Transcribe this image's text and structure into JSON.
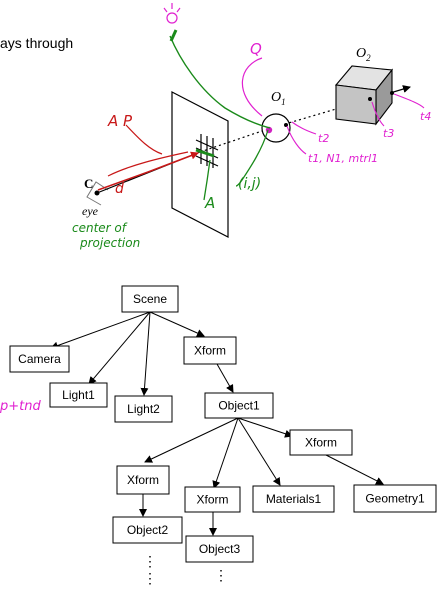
{
  "top_text": "ays through",
  "ray_figure": {
    "labels": {
      "c": "C",
      "eye": "eye",
      "o1": "O",
      "o1_sub": "1",
      "o2": "O",
      "o2_sub": "2"
    },
    "annotations": {
      "ap": "A P",
      "d": "d",
      "q": "Q",
      "ij": "(i,j)",
      "a": "A",
      "center_of_projection_1": "center of",
      "center_of_projection_2": "projection",
      "t2": "t2",
      "t3": "t3",
      "t4": "t4",
      "t1": "t1, N1, mtrl1",
      "ptnd": "p+tnd"
    },
    "colors": {
      "green": "#1a8a1a",
      "magenta": "#e020d0",
      "red": "#c81818",
      "black": "#000000"
    }
  },
  "scene_graph": {
    "nodes": {
      "scene": "Scene",
      "camera": "Camera",
      "light1": "Light1",
      "light2": "Light2",
      "xform_top": "Xform",
      "object1": "Object1",
      "xform_left": "Xform",
      "xform_mid": "Xform",
      "materials1": "Materials1",
      "xform_right": "Xform",
      "geometry1": "Geometry1",
      "object2": "Object2",
      "object3": "Object3"
    },
    "ellipsis": "⋮"
  }
}
